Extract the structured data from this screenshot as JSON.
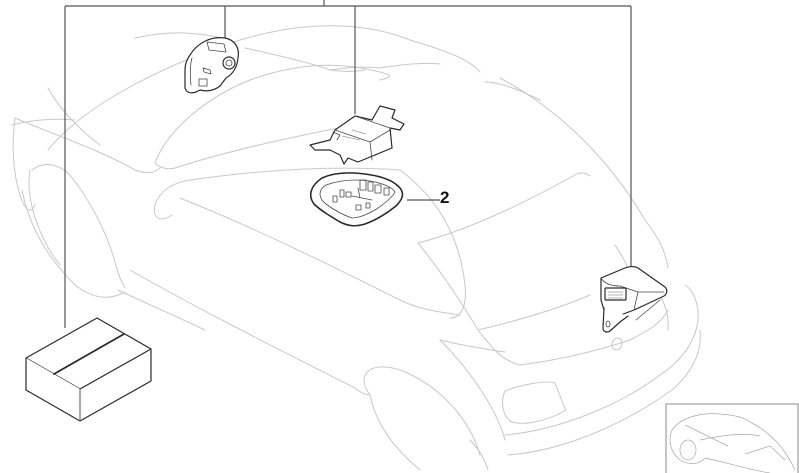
{
  "diagram": {
    "type": "parts-exploded-view",
    "subject": "car alarm system components",
    "colors": {
      "part_outline": "#2a2a2a",
      "car_outline": "#c8c8c8",
      "leader_line": "#555555",
      "callout_text": "#111111"
    },
    "callouts": [
      {
        "label": "2",
        "target": "interior-movement-sensor"
      }
    ],
    "parts": [
      {
        "name": "alarm-siren",
        "numbered": false
      },
      {
        "name": "tilt-sensor-module",
        "numbered": false
      },
      {
        "name": "interior-movement-sensor",
        "numbered": true,
        "label": "2"
      },
      {
        "name": "alarm-control-unit",
        "numbered": false
      },
      {
        "name": "installation-kit-box",
        "numbered": false
      }
    ],
    "inset": {
      "name": "vehicle-overview-thumbnail"
    }
  }
}
